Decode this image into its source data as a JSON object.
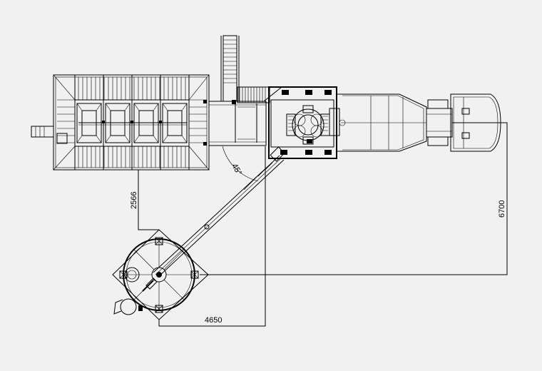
{
  "drawing": {
    "background_color": "#f1f1f1",
    "line_color": "#000000",
    "dimensions": {
      "silo_offset_vertical": "2566",
      "silo_offset_horizontal": "4650",
      "truck_offset_vertical": "6700",
      "conveyor_angle": "45°"
    }
  }
}
